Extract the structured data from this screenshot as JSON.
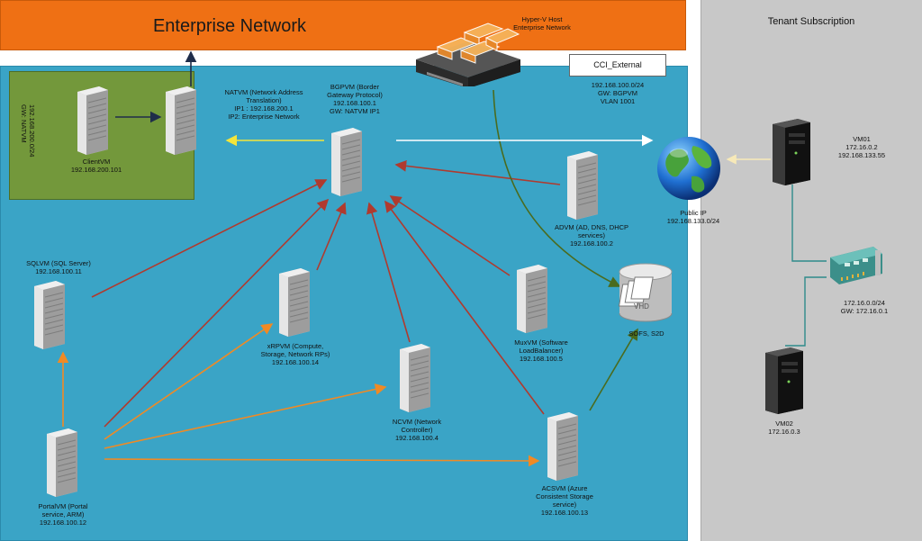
{
  "enterprise_network": {
    "title": "Enterprise Network"
  },
  "hyperv_host": {
    "line1": "Hyper-V Host",
    "line2": "Enterprise Network"
  },
  "tenant": {
    "title": "Tenant Subscription"
  },
  "cci_external": {
    "label": "CCI_External",
    "line1": "192.168.100.0/24",
    "line2": "GW: BGPVM",
    "line3": "VLAN 1001"
  },
  "nat_subnet": {
    "line1": "192.168.200.0/24",
    "line2": "GW: NATVM"
  },
  "nodes": {
    "clientvm": {
      "line1": "ClientVM",
      "line2": "192.168.200.101"
    },
    "natvm": {
      "line1": "NATVM (Network Address",
      "line2": "Translation)",
      "line3": "IP1 : 192.168.200.1",
      "line4": "IP2: Enterprise Network"
    },
    "bgpvm": {
      "line1": "BGPVM (Border",
      "line2": "Gateway Protocol)",
      "line3": "192.168.100.1",
      "line4": "GW: NATVM IP1"
    },
    "advm": {
      "line1": "ADVM (AD, DNS, DHCP",
      "line2": "services)",
      "line3": "192.168.100.2"
    },
    "publicip": {
      "line1": "Public IP",
      "line2": "192.168.133.0/24"
    },
    "sqlvm": {
      "line1": "SQLVM (SQL Server)",
      "line2": "192.168.100.11"
    },
    "xrpvm": {
      "line1": "xRPVM (Compute,",
      "line2": "Storage, Network RPs)",
      "line3": "192.168.100.14"
    },
    "muxvm": {
      "line1": "MuxVM (Software",
      "line2": "LoadBalancer)",
      "line3": "192.168.100.5"
    },
    "sofs": {
      "line1": "SOFS, S2D",
      "vhd": "VHD"
    },
    "ncvm": {
      "line1": "NCVM (Network",
      "line2": "Controller)",
      "line3": "192.168.100.4"
    },
    "portalvm": {
      "line1": "PortalVM (Portal",
      "line2": "service, ARM)",
      "line3": "192.168.100.12"
    },
    "acsvm": {
      "line1": "ACSVM (Azure",
      "line2": "Consistent Storage",
      "line3": "service)",
      "line4": "192.168.100.13"
    },
    "vm01": {
      "line1": "VM01",
      "line2": "172.16.0.2",
      "line3": "192.168.133.55"
    },
    "nic": {
      "line1": "172.16.0.0/24",
      "line2": "GW: 172.16.0.1"
    },
    "vm02": {
      "line1": "VM02",
      "line2": "172.16.0.3"
    }
  },
  "colors": {
    "enterprise": "#ef7014",
    "network": "#3aa4c6",
    "nat_subnet": "#73983b",
    "tenant": "#c8c8c8",
    "arrow_red": "#b03a2e",
    "arrow_orange": "#f08a24",
    "arrow_green": "#4a6b1e",
    "arrow_yellow": "#f3e53a",
    "arrow_teal": "#2e8b8b"
  }
}
